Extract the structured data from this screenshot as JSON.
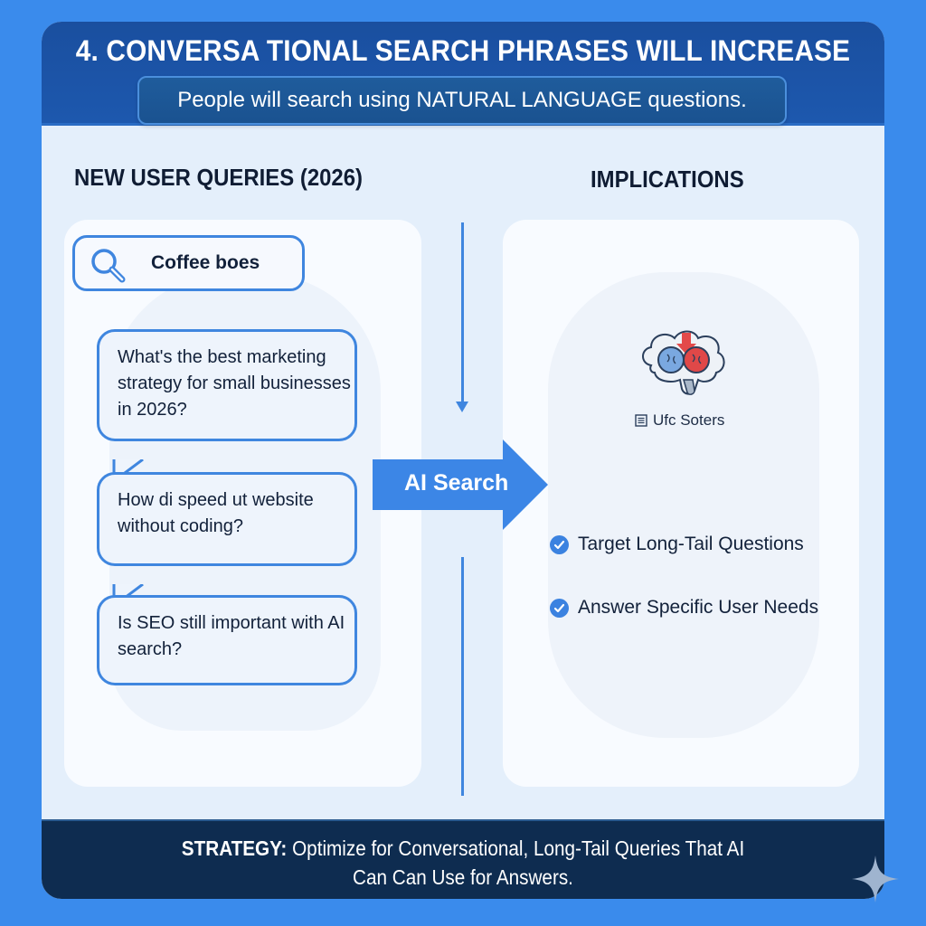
{
  "header": {
    "title": "4. CONVERSA TIONAL SEARCH PHRASES WILL INCREASE",
    "subtitle": "People will search using NATURAL LANGUAGE questions."
  },
  "left": {
    "heading": "NEW USER QUERIES (2026)",
    "search_query": "Coffee boes",
    "search_icon": "search-icon",
    "bubbles": [
      "What's the best marketing strategy for small businesses in 2026?",
      "How di speed ut website without coding?",
      "Is SEO still important with AI search?"
    ]
  },
  "center": {
    "arrow_label": "AI Search"
  },
  "right": {
    "heading": "IMPLICATIONS",
    "icon": "brain-icon",
    "caption_icon": "document-icon",
    "caption": "Ufc Soters",
    "items": [
      "Target Long-Tail Questions",
      "Answer Specific User Needs"
    ]
  },
  "footer": {
    "strategy_label": "STRATEGY:",
    "strategy_text": "Optimize for Conversational, Long-Tail Queries That AI",
    "strategy_text_2": "Can Can Use for Answers."
  },
  "colors": {
    "background": "#3a8bec",
    "header": "#1a4f9f",
    "accent": "#3f86df",
    "footer": "#0e2c50",
    "card": "#e4effb"
  }
}
